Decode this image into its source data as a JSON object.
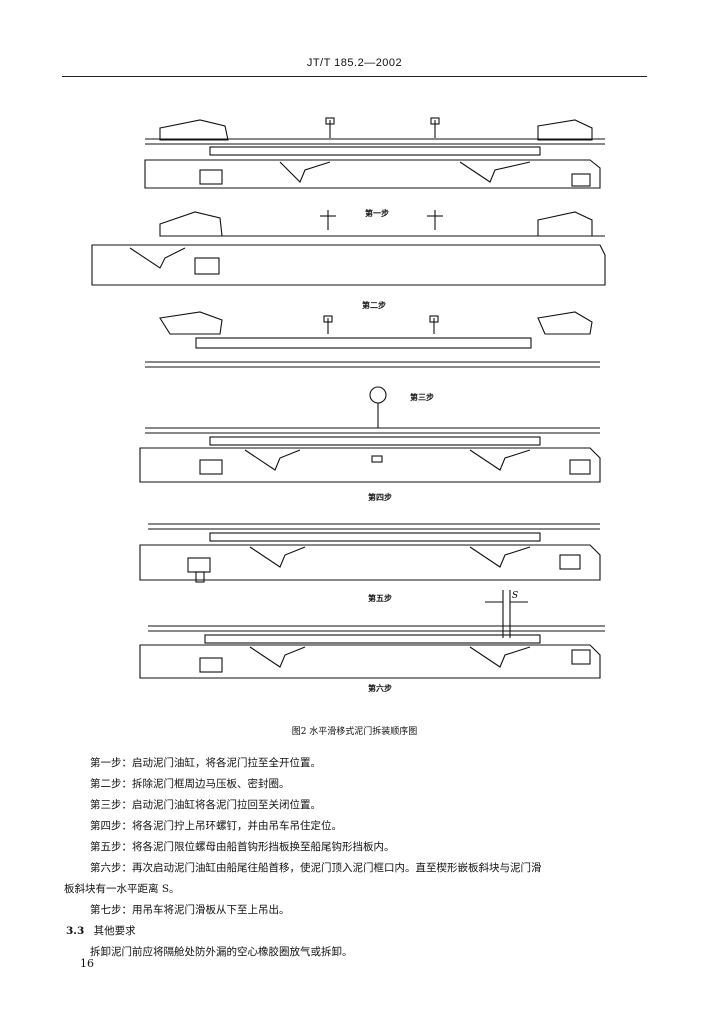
{
  "header": {
    "standard_code": "JT/T 185.2—2002"
  },
  "figure": {
    "step_labels": [
      "第一步",
      "第二步",
      "第三步",
      "第四步",
      "第五步",
      "第六步"
    ],
    "dimension_label": "S",
    "caption": "图2  水平滑移式泥门拆装顺序图"
  },
  "steps": [
    "第一步：启动泥门油缸，将各泥门拉至全开位置。",
    "第二步：拆除泥门框周边马压板、密封圈。",
    "第三步：启动泥门油缸将各泥门拉回至关闭位置。",
    "第四步：将各泥门拧上吊环螺钉，并由吊车吊住定位。",
    "第五步：将各泥门限位螺母由船首钩形挡板换至船尾钩形挡板内。",
    "第六步：再次启动泥门油缸由船尾往船首移，使泥门顶入泥门框口内。直至楔形嵌板斜块与泥门滑",
    "板斜块有一水平距离 S。",
    "第七步：用吊车将泥门滑板从下至上吊出。"
  ],
  "section": {
    "number": "3.3",
    "title": "其他要求"
  },
  "section_text": "拆卸泥门前应将隔舱处防外漏的空心橡胶圈放气或拆卸。",
  "page_number": "16"
}
